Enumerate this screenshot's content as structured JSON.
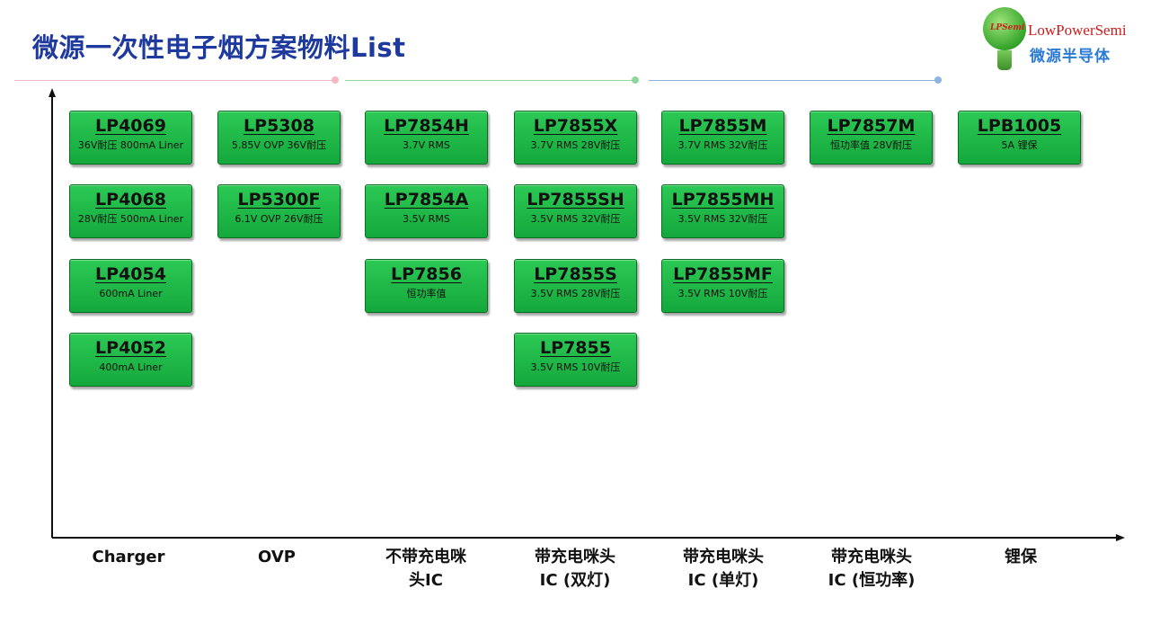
{
  "title": "微源一次性电子烟方案物料List",
  "logo": {
    "globe_text": "LPSemi",
    "brand_en": "LowPowerSemi",
    "brand_cn": "微源半导体"
  },
  "colors": {
    "title": "#1f3a9e",
    "box_green": "#1fb848",
    "line_pink": "#f2b9c0",
    "line_green": "#8fd69a",
    "line_blue": "#8fb4e0"
  },
  "categories": [
    "Charger",
    "OVP",
    "不带充电咪\n头IC",
    "带充电咪头\nIC (双灯)",
    "带充电咪头\nIC (单灯)",
    "带充电咪头\nIC (恒功率)",
    "锂保"
  ],
  "products": [
    [
      {
        "name": "LP4069",
        "desc": "36V耐压 800mA Liner"
      },
      {
        "name": "LP4068",
        "desc": "28V耐压 500mA Liner"
      },
      {
        "name": "LP4054",
        "desc": "600mA Liner"
      },
      {
        "name": "LP4052",
        "desc": "400mA Liner"
      }
    ],
    [
      {
        "name": "LP5308",
        "desc": "5.85V OVP  36V耐压"
      },
      {
        "name": "LP5300F",
        "desc": "6.1V OVP 26V耐压"
      }
    ],
    [
      {
        "name": "LP7854H",
        "desc": "3.7V RMS"
      },
      {
        "name": "LP7854A",
        "desc": "3.5V RMS"
      },
      {
        "name": "LP7856",
        "desc": "恒功率值"
      }
    ],
    [
      {
        "name": "LP7855X",
        "desc": "3.7V RMS 28V耐压"
      },
      {
        "name": "LP7855SH",
        "desc": "3.5V RMS 32V耐压"
      },
      {
        "name": "LP7855S",
        "desc": "3.5V RMS 28V耐压"
      },
      {
        "name": "LP7855",
        "desc": "3.5V RMS 10V耐压"
      }
    ],
    [
      {
        "name": "LP7855M",
        "desc": "3.7V RMS 32V耐压"
      },
      {
        "name": "LP7855MH",
        "desc": "3.5V RMS 32V耐压"
      },
      {
        "name": "LP7855MF",
        "desc": "3.5V RMS 10V耐压"
      }
    ],
    [
      {
        "name": "LP7857M",
        "desc": "恒功率值 28V耐压"
      }
    ],
    [
      {
        "name": "LPB1005",
        "desc": "5A 锂保"
      }
    ]
  ]
}
